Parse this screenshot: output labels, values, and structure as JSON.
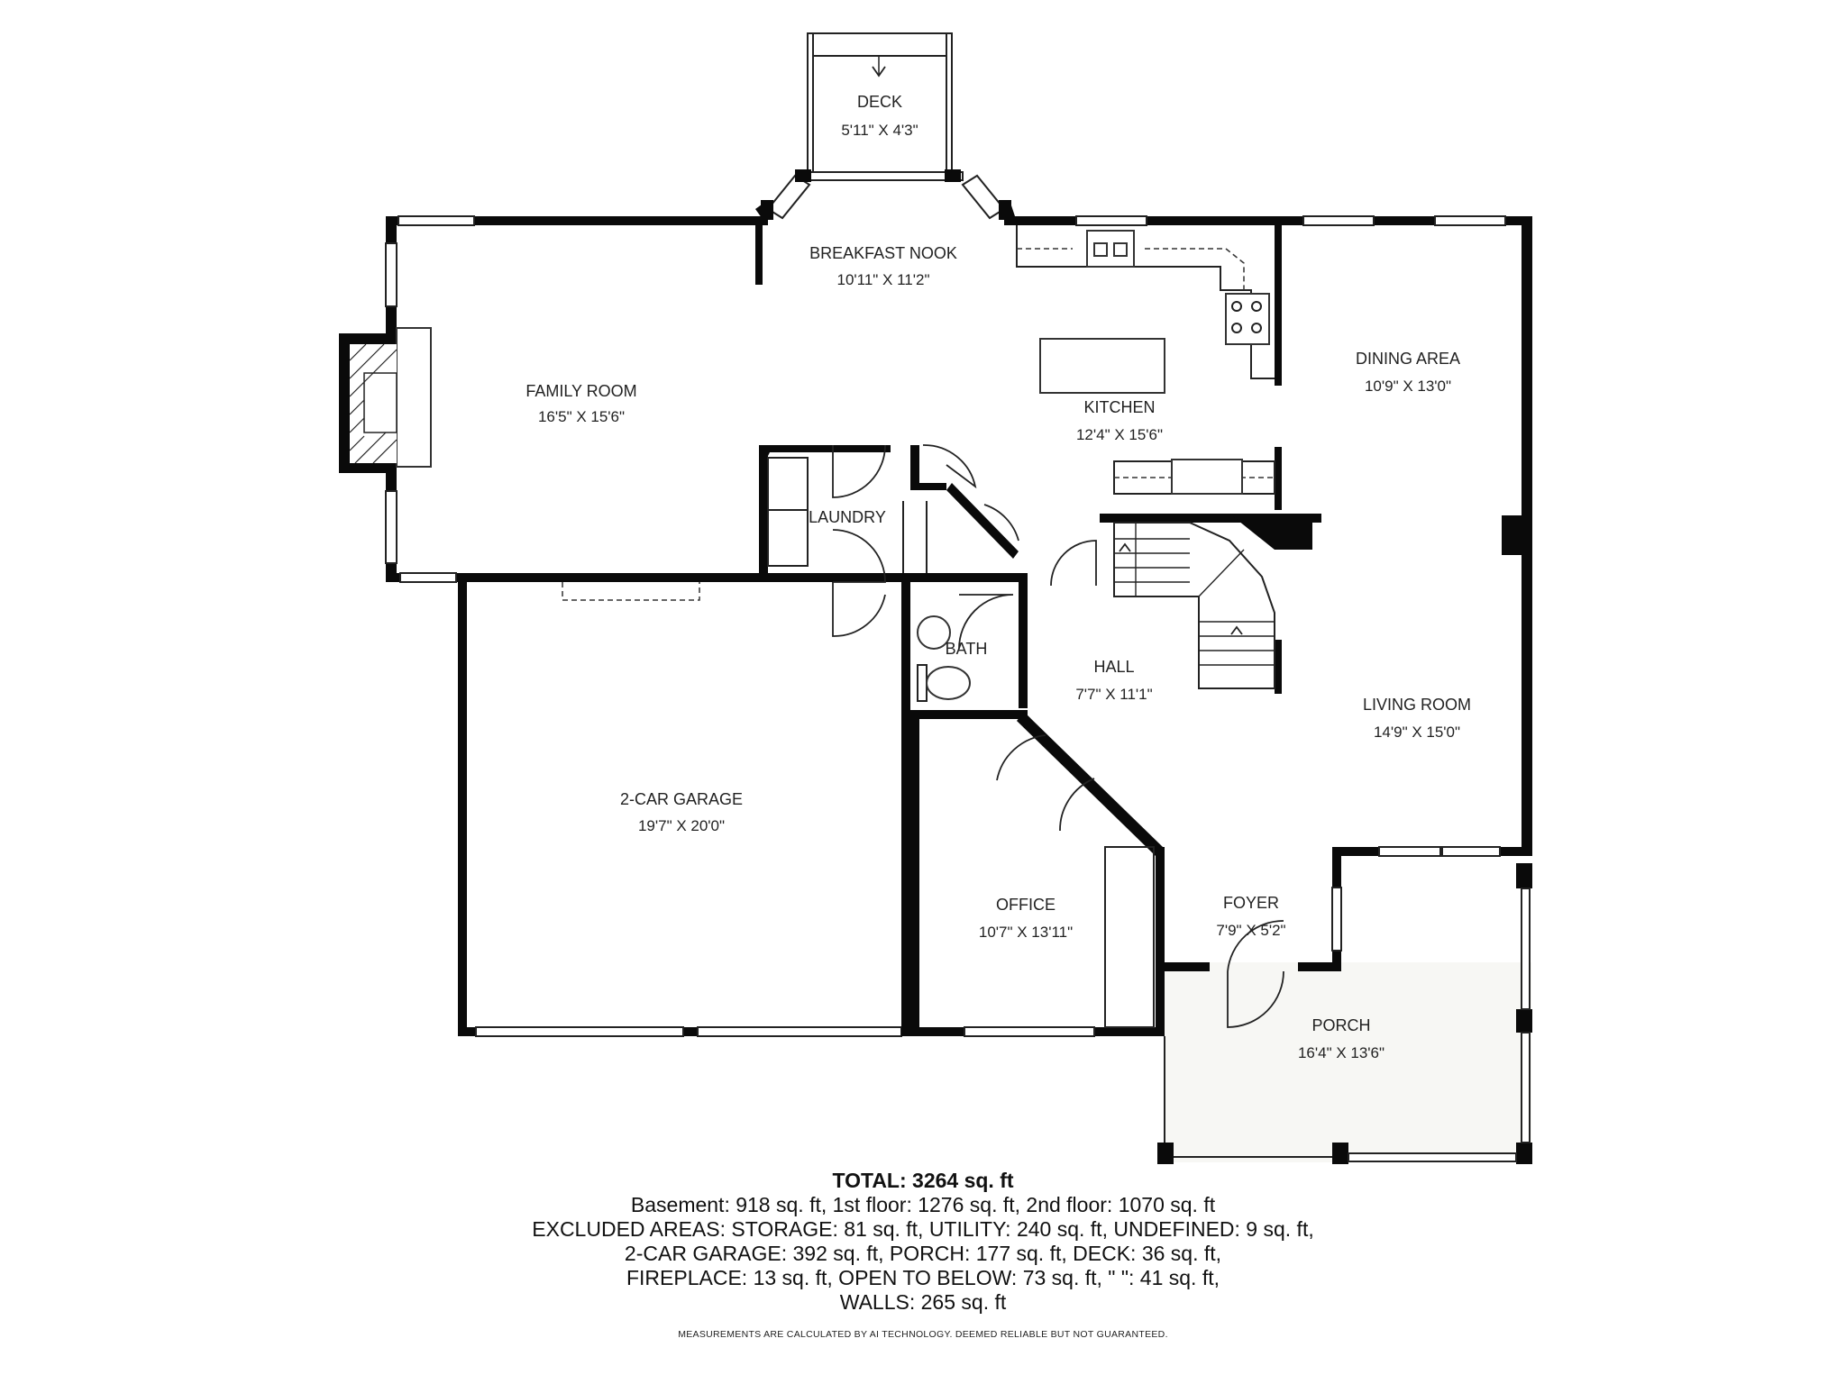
{
  "rooms": {
    "deck": {
      "name": "DECK",
      "dims": "5'11\" X 4'3\""
    },
    "breakfast_nook": {
      "name": "BREAKFAST NOOK",
      "dims": "10'11\" X 11'2\""
    },
    "family_room": {
      "name": "FAMILY ROOM",
      "dims": "16'5\" X 15'6\""
    },
    "kitchen": {
      "name": "KITCHEN",
      "dims": "12'4\" X 15'6\""
    },
    "dining_area": {
      "name": "DINING AREA",
      "dims": "10'9\" X 13'0\""
    },
    "laundry": {
      "name": "LAUNDRY"
    },
    "bath": {
      "name": "BATH"
    },
    "hall": {
      "name": "HALL",
      "dims": "7'7\" X 11'1\""
    },
    "living_room": {
      "name": "LIVING ROOM",
      "dims": "14'9\" X 15'0\""
    },
    "garage": {
      "name": "2-CAR GARAGE",
      "dims": "19'7\" X 20'0\""
    },
    "office": {
      "name": "OFFICE",
      "dims": "10'7\" X 13'11\""
    },
    "foyer": {
      "name": "FOYER",
      "dims": "7'9\" X 5'2\""
    },
    "porch": {
      "name": "PORCH",
      "dims": "16'4\" X 13'6\""
    }
  },
  "summary": {
    "total": "TOTAL: 3264 sq. ft",
    "lines": [
      "Basement: 918 sq. ft, 1st floor: 1276 sq. ft, 2nd floor: 1070 sq. ft",
      "EXCLUDED AREAS: STORAGE: 81 sq. ft, UTILITY: 240 sq. ft, UNDEFINED: 9 sq. ft,",
      "2-CAR GARAGE: 392 sq. ft, PORCH: 177 sq. ft, DECK: 36 sq. ft,",
      "FIREPLACE: 13 sq. ft, OPEN TO BELOW: 73 sq. ft, \" \": 41 sq. ft,",
      "WALLS: 265 sq. ft"
    ],
    "disclaimer": "MEASUREMENTS ARE CALCULATED BY AI TECHNOLOGY. DEEMED RELIABLE BUT NOT GUARANTEED."
  }
}
